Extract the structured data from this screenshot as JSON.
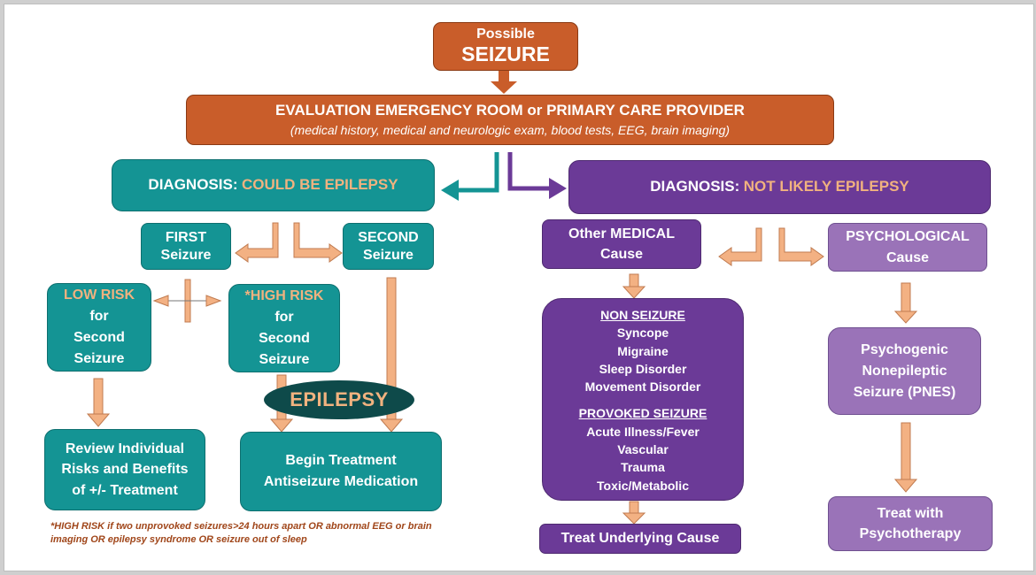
{
  "title": "Possible SEIZURE flowchart",
  "colors": {
    "orange": "#c95d2a",
    "teal": "#149494",
    "purple": "#6b3a97",
    "light_purple": "#9a73b8",
    "peach": "#f1b27f",
    "epilepsy_ellipse": "#0e4a4a",
    "footnote": "#a0461a"
  },
  "top": {
    "line1": "Possible",
    "line2": "SEIZURE"
  },
  "evaluation": {
    "title": "EVALUATION EMERGENCY ROOM or PRIMARY CARE PROVIDER",
    "subtitle": "(medical history, medical and neurologic exam, blood tests, EEG, brain imaging)"
  },
  "left": {
    "diagnosis_prefix": "DIAGNOSIS:",
    "diagnosis_value": "COULD BE EPILEPSY",
    "first": {
      "line1": "FIRST",
      "line2": "Seizure"
    },
    "second": {
      "line1": "SECOND",
      "line2": "Seizure"
    },
    "low_risk": {
      "line1": "LOW RISK",
      "line2": "for",
      "line3": "Second",
      "line4": "Seizure"
    },
    "high_risk": {
      "line1": "*HIGH RISK",
      "line2": "for",
      "line3": "Second",
      "line4": "Seizure"
    },
    "epilepsy": "EPILEPSY",
    "review": {
      "line1": "Review Individual",
      "line2": "Risks and Benefits",
      "line3": "of +/- Treatment"
    },
    "treatment": {
      "line1": "Begin Treatment",
      "line2": "Antiseizure Medication"
    },
    "footnote": {
      "line1": "*HIGH RISK if two unprovoked seizures>24 hours apart OR abnormal EEG or brain",
      "line2": "imaging OR epilepsy syndrome OR seizure out of sleep"
    }
  },
  "right": {
    "diagnosis_prefix": "DIAGNOSIS:",
    "diagnosis_value": "NOT LIKELY EPILEPSY",
    "medical": {
      "line1": "Other MEDICAL",
      "line2": "Cause"
    },
    "psychological": {
      "line1": "PSYCHOLOGICAL",
      "line2": "Cause"
    },
    "causes": {
      "non_seizure_heading": "NON SEIZURE",
      "non_seizure_items": [
        "Syncope",
        "Migraine",
        "Sleep Disorder",
        "Movement Disorder"
      ],
      "provoked_heading": "PROVOKED SEIZURE",
      "provoked_items": [
        "Acute Illness/Fever",
        "Vascular",
        "Trauma",
        "Toxic/Metabolic"
      ]
    },
    "treat_underlying": "Treat Underlying Cause",
    "pnes": {
      "line1": "Psychogenic",
      "line2": "Nonepileptic",
      "line3": "Seizure (PNES)"
    },
    "psychotherapy": {
      "line1": "Treat with",
      "line2": "Psychotherapy"
    }
  }
}
